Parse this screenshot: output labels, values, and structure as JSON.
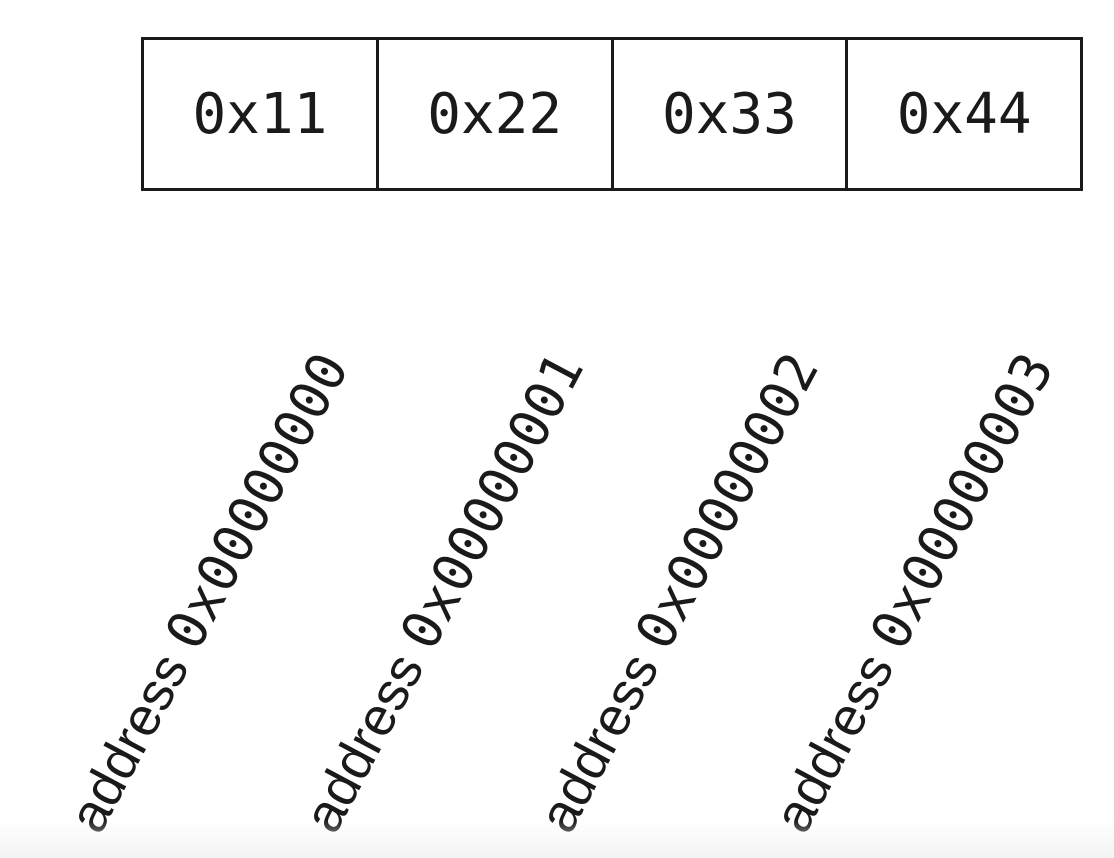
{
  "memory": {
    "cells": [
      {
        "value": "0x11",
        "address_word": "address",
        "address_hex": "0x00000000"
      },
      {
        "value": "0x22",
        "address_word": "address",
        "address_hex": "0x00000001"
      },
      {
        "value": "0x33",
        "address_word": "address",
        "address_hex": "0x00000002"
      },
      {
        "value": "0x44",
        "address_word": "address",
        "address_hex": "0x00000003"
      }
    ]
  },
  "colors": {
    "stroke": "#1a1a1a",
    "background": "#ffffff"
  }
}
